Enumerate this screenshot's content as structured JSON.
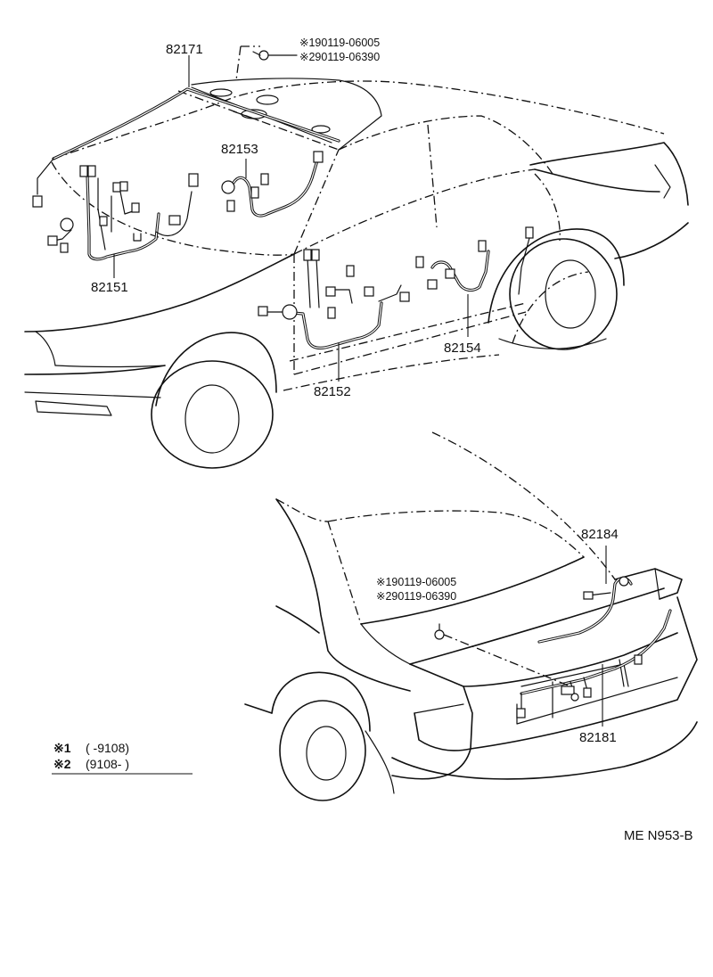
{
  "parts": {
    "p82171": "82171",
    "p82153": "82153",
    "p82151": "82151",
    "p82152": "82152",
    "p82154": "82154",
    "p82184": "82184",
    "p82181": "82181"
  },
  "clip_notes_top": {
    "line1": "※190119-06005",
    "line2": "※290119-06390"
  },
  "clip_notes_rear": {
    "line1": "※190119-06005",
    "line2": "※290119-06390"
  },
  "legend": {
    "row1_mark": "※1",
    "row1_range": "(       -9108)",
    "row2_mark": "※2",
    "row2_range": "(9108-       )"
  },
  "drawing_code": "ME N953-B"
}
